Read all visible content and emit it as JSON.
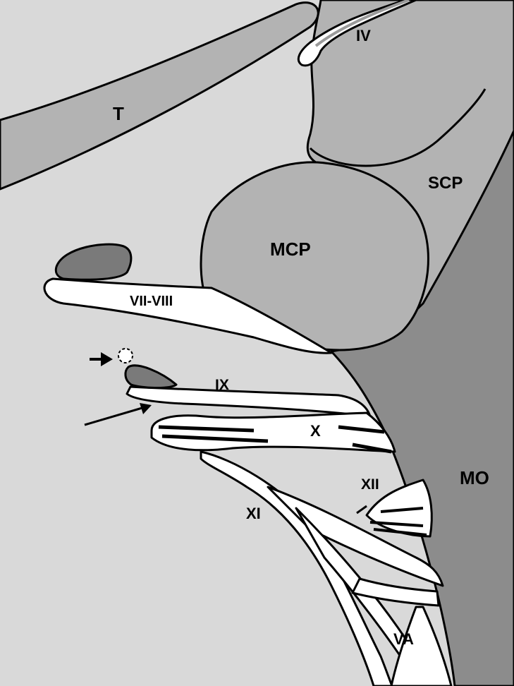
{
  "labels": {
    "trochlear": "IV",
    "tentorium": "T",
    "superior_cerebellar_peduncle": "SCP",
    "middle_cerebellar_peduncle": "MCP",
    "facial_vestibulocochlear": "VII-VIII",
    "glossopharyngeal": "IX",
    "vagus": "X",
    "hypoglossal": "XII",
    "medulla_oblongata": "MO",
    "accessory": "XI",
    "vertebral_artery": "VA"
  },
  "colors": {
    "background": "#d9d9d9",
    "structure_fill": "#b3b3b3",
    "medulla_fill": "#8c8c8c",
    "dark_marker": "#7a7a7a",
    "nerve_fill": "#ffffff",
    "outline": "#000000"
  }
}
